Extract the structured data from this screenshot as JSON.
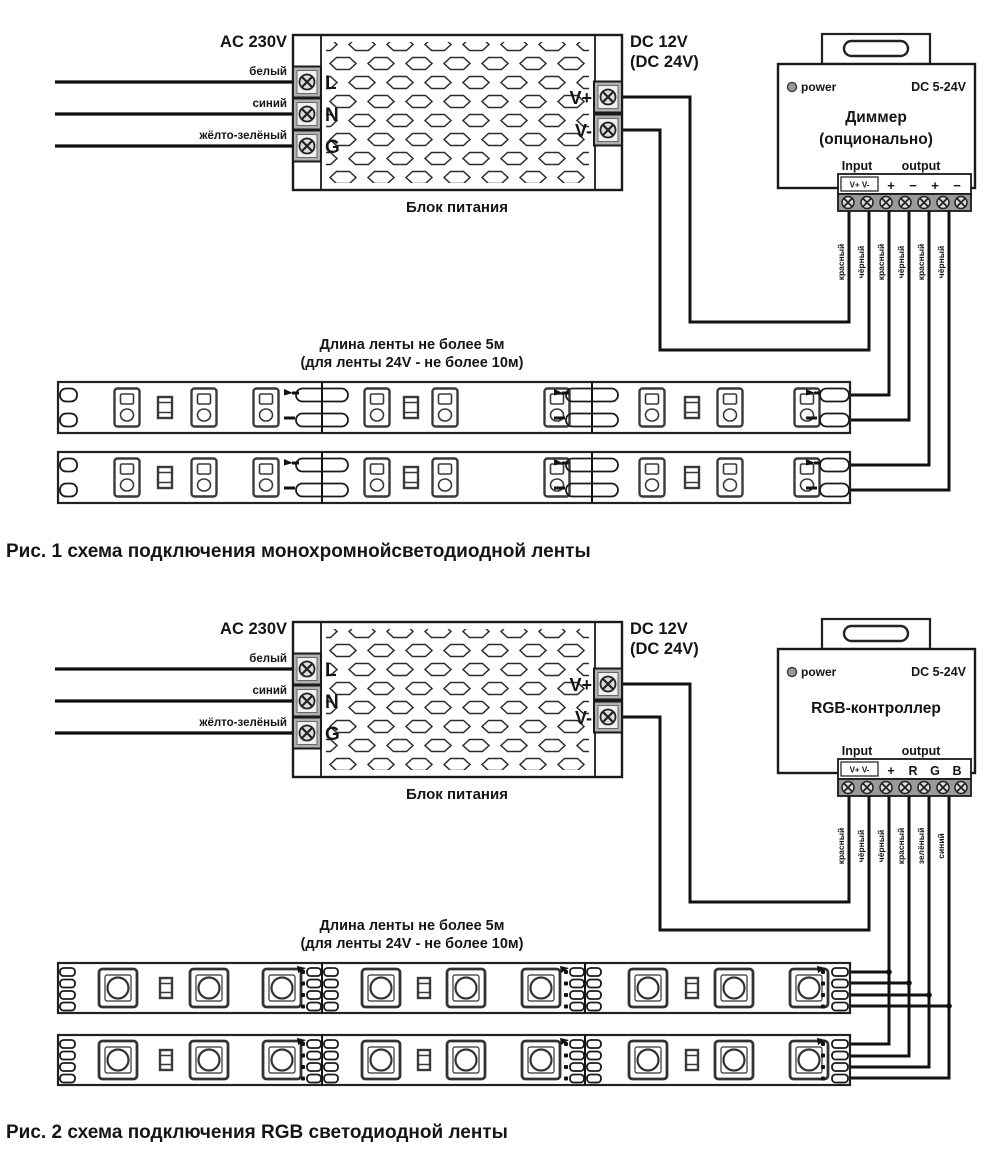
{
  "figure1": {
    "ac_voltage": "AC 230V",
    "ac_wires": [
      "белый",
      "синий",
      "жёлто-зелёный"
    ],
    "ac_terminals": [
      "L",
      "N",
      "G"
    ],
    "psu_label": "Блок питания",
    "dc_voltage_line1": "DC 12V",
    "dc_voltage_line2": "(DC 24V)",
    "dc_terminals": [
      "V+",
      "V-"
    ],
    "controller": {
      "power_label": "power",
      "voltage_range": "DC 5-24V",
      "name_line1": "Диммер",
      "name_line2": "(опционально)",
      "input_label": "Input",
      "output_label": "output",
      "input_terminals": "V+ V-",
      "output_terminals": [
        "+",
        "−",
        "+",
        "−"
      ],
      "wire_labels": [
        "красный",
        "чёрный",
        "красный",
        "чёрный",
        "красный",
        "чёрный"
      ]
    },
    "strip_note_line1": "Длина ленты не более 5м",
    "strip_note_line2": "(для ленты 24V - не более 10м)",
    "caption": "Рис. 1 схема подключения монохромнойсветодиодной ленты"
  },
  "figure2": {
    "ac_voltage": "AC 230V",
    "ac_wires": [
      "белый",
      "синий",
      "жёлто-зелёный"
    ],
    "ac_terminals": [
      "L",
      "N",
      "G"
    ],
    "psu_label": "Блок питания",
    "dc_voltage_line1": "DC 12V",
    "dc_voltage_line2": "(DC 24V)",
    "dc_terminals": [
      "V+",
      "V-"
    ],
    "controller": {
      "power_label": "power",
      "voltage_range": "DC 5-24V",
      "name_line1": "RGB-контроллер",
      "input_label": "Input",
      "output_label": "output",
      "input_terminals": "V+ V-",
      "output_terminals": [
        "+",
        "R",
        "G",
        "B"
      ],
      "wire_labels": [
        "красный",
        "чёрный",
        "чёрный",
        "красный",
        "зелёный",
        "синий"
      ]
    },
    "strip_note_line1": "Длина ленты не более 5м",
    "strip_note_line2": "(для ленты 24V - не более 10м)",
    "caption": "Рис. 2 схема подключения RGB светодиодной ленты"
  }
}
